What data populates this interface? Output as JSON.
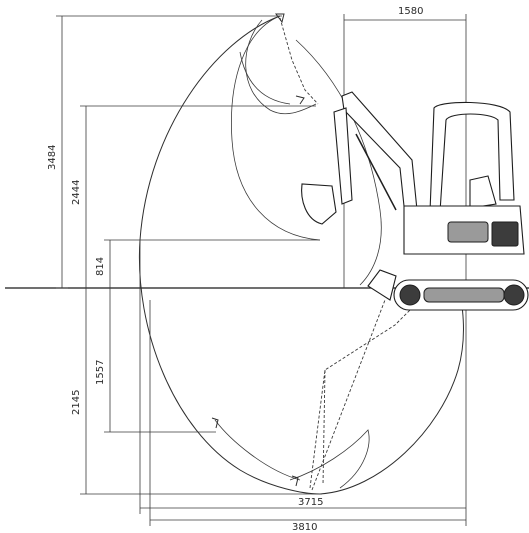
{
  "dimensions": {
    "max_digging_reach": "3810",
    "max_reach_at_ground": "3715",
    "tail_swing": "1580",
    "max_digging_height": "3484",
    "max_dump_height": "2444",
    "blade_lift": "814",
    "max_vertical_wall_depth": "1557",
    "max_digging_depth": "2145"
  },
  "colors": {
    "line": "#2e2e2e",
    "background": "#ffffff"
  }
}
